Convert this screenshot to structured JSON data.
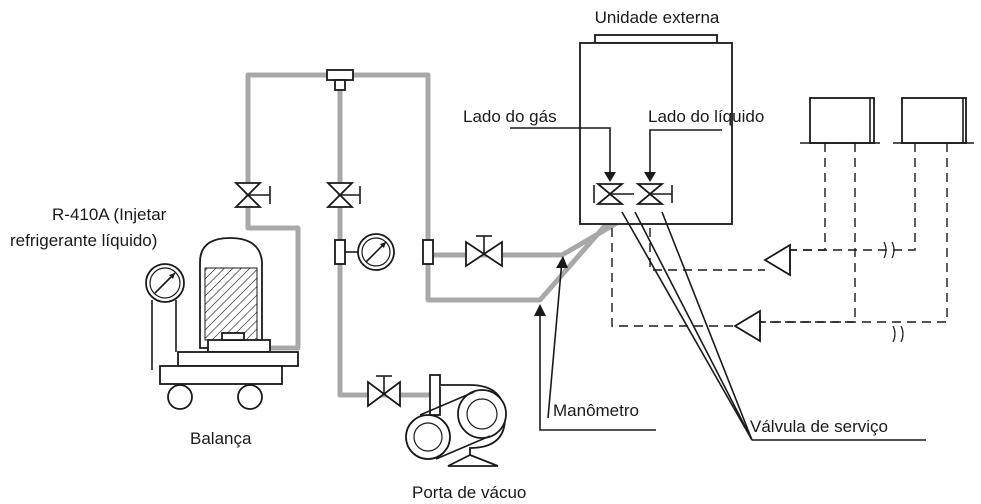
{
  "labels": {
    "outdoor_unit": "Unidade externa",
    "gas_side": "Lado do gás",
    "liquid_side": "Lado do líquido",
    "refrigerant_line1": "R-410A (Injetar",
    "refrigerant_line2": "refrigerante líquido)",
    "scale": "Balança",
    "manometer": "Manômetro",
    "service_valve": "Válvula de serviço",
    "vacuum_port": "Porta de vácuo"
  },
  "colors": {
    "pipe": "#a8a8a8",
    "line": "#1a1a1a",
    "background": "#ffffff"
  }
}
